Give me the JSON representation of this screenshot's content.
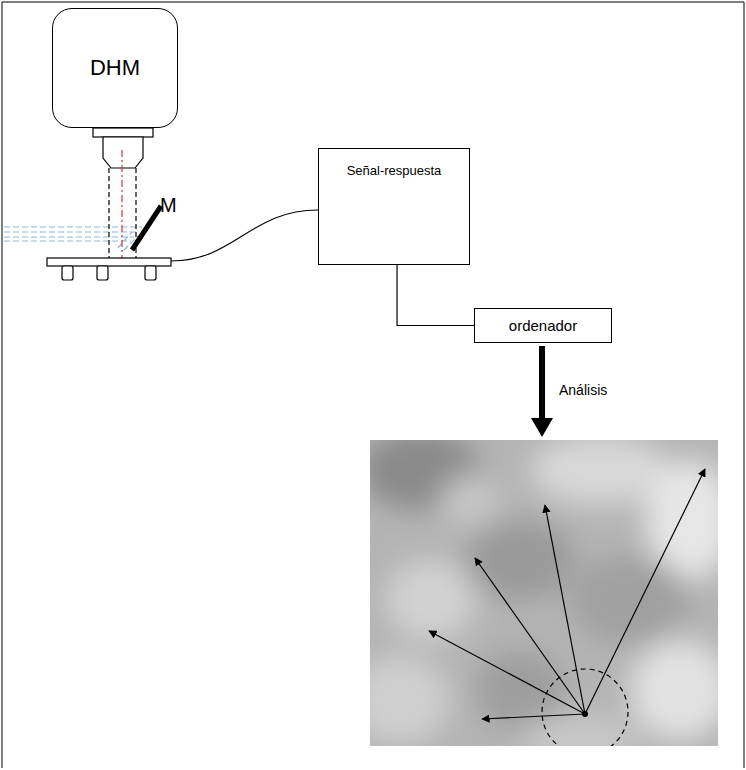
{
  "diagram": {
    "nodes": [
      {
        "text": [
          "DHM"
        ]
      },
      {
        "text": [
          "Señal-respuesta"
        ]
      },
      {
        "text": [
          "ordenador"
        ]
      }
    ],
    "edges": [
      {
        "from": 1,
        "to": 2,
        "arrow": "none"
      }
    ],
    "labels": [
      "M",
      "Análisis"
    ]
  }
}
